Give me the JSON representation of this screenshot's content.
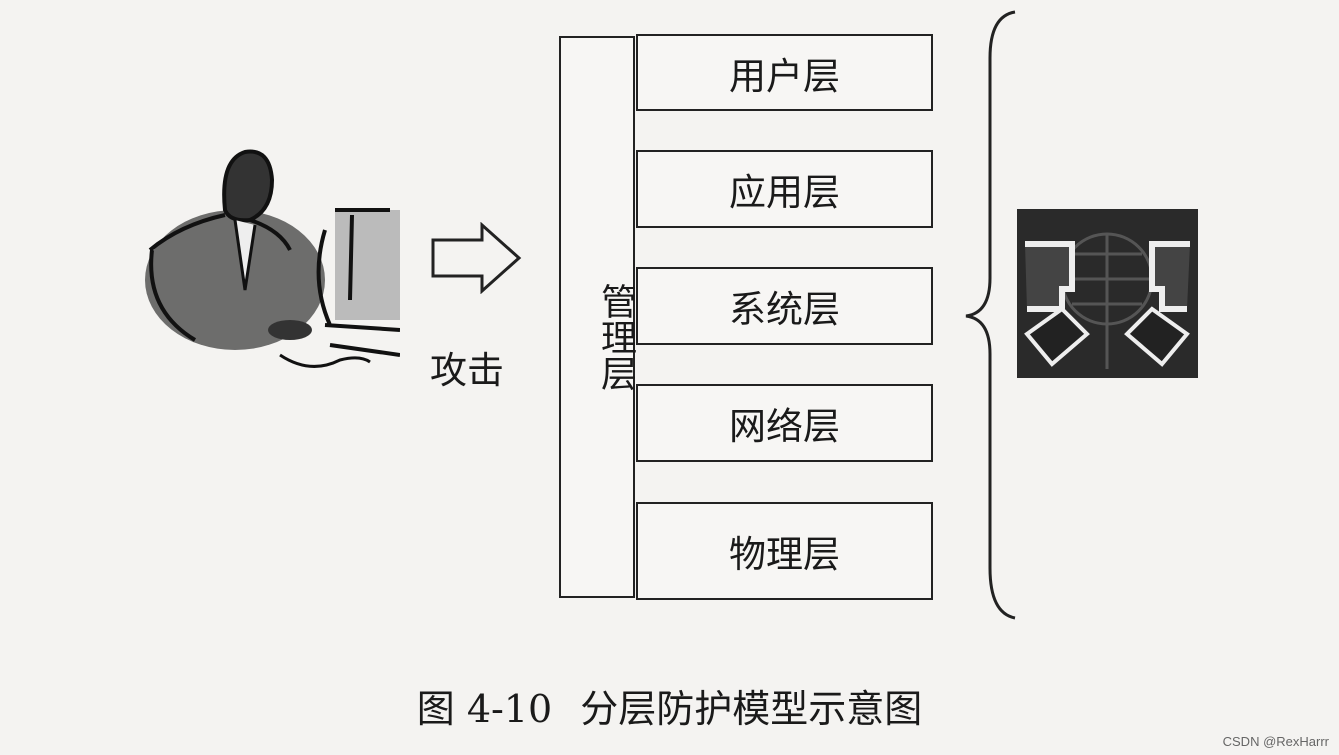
{
  "attacker_label": "攻击",
  "management_layer": "管理层",
  "layers": [
    "用户层",
    "应用层",
    "系统层",
    "网络层",
    "物理层"
  ],
  "caption": {
    "number": "图 4-10",
    "title": "分层防护模型示意图"
  },
  "watermark": "CSDN @RexHarrr"
}
